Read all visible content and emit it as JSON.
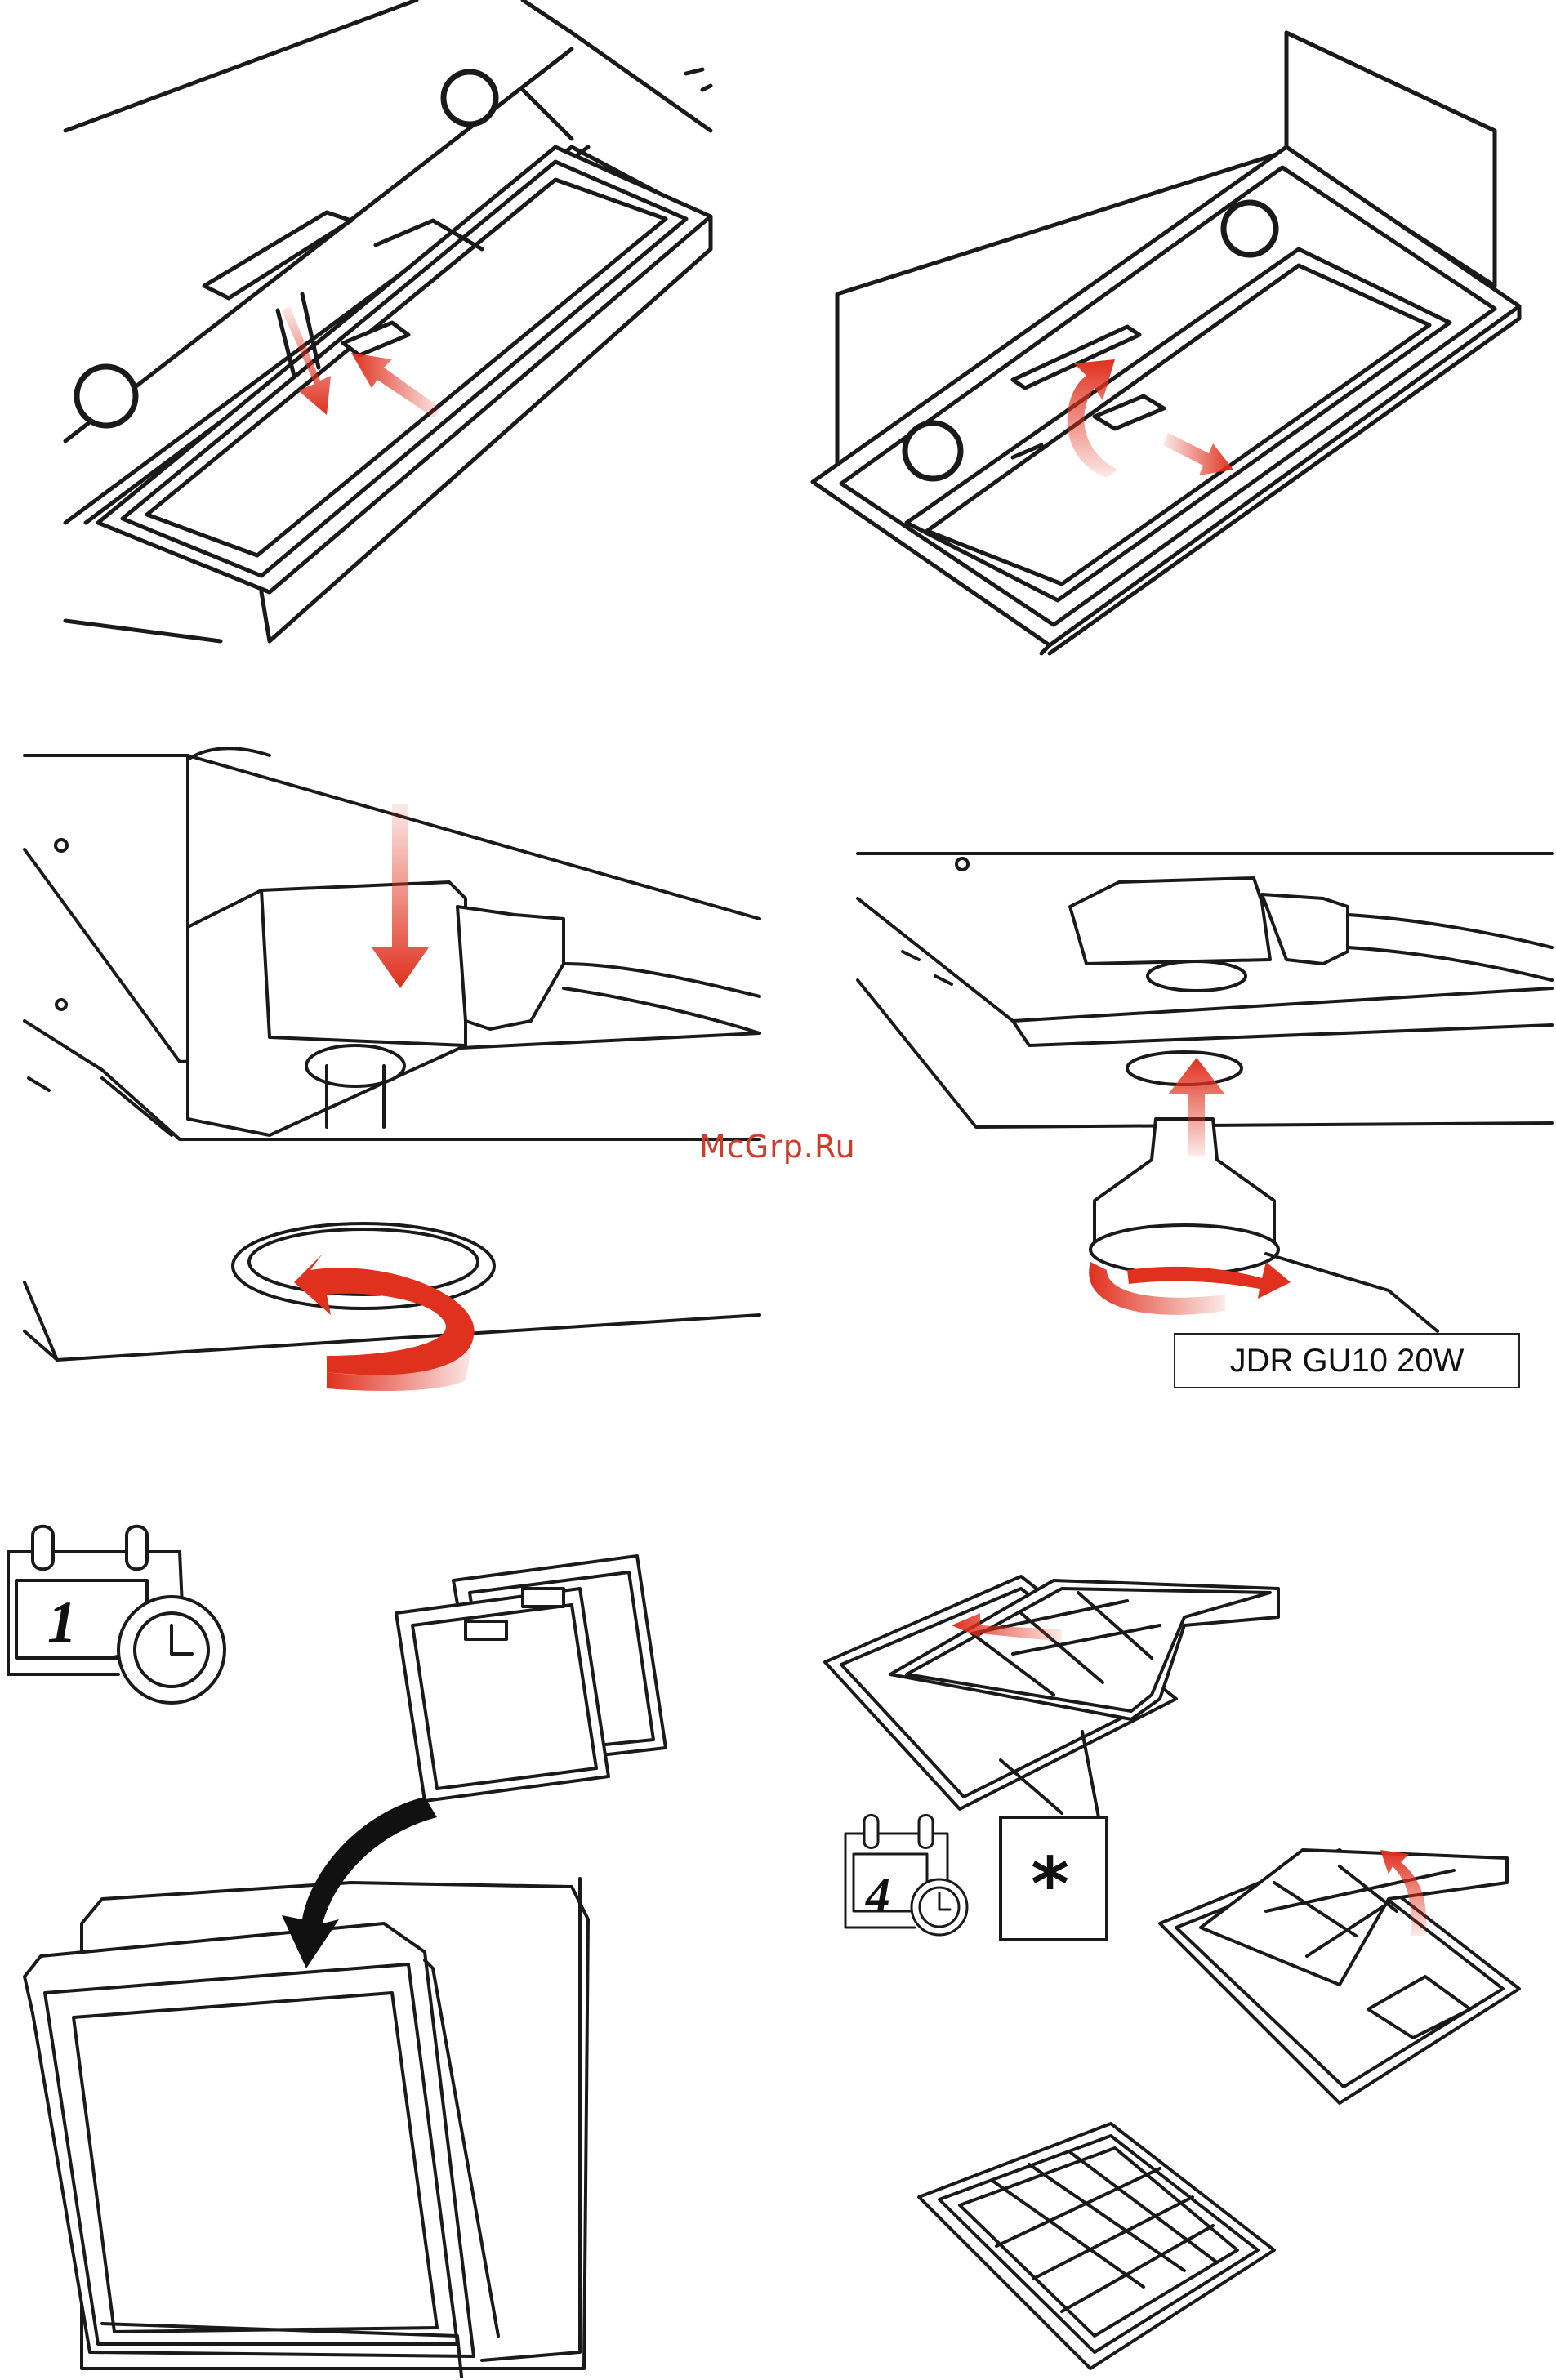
{
  "watermark": "McGrp.Ru",
  "bulb_label": "JDR GU10 20W",
  "calendar_1": "1",
  "calendar_4": "4",
  "star_symbol": "*",
  "colors": {
    "arrow_red": "#e0301e",
    "line": "#1a1a1a"
  },
  "panels": [
    {
      "name": "filter-unclip",
      "icons": [
        "down-arrow-icon",
        "push-arrow-icon"
      ]
    },
    {
      "name": "filter-remove",
      "icons": [
        "curved-arrow-icon",
        "pull-arrow-icon"
      ]
    },
    {
      "name": "lamp-cover-remove",
      "icons": [
        "down-arrow-icon",
        "rotate-arrow-icon"
      ]
    },
    {
      "name": "lamp-replace",
      "icons": [
        "up-arrow-icon",
        "rotate-arrow-icon"
      ]
    },
    {
      "name": "grease-filter-dishwasher",
      "icons": [
        "calendar-icon",
        "clock-icon",
        "curved-arrow-icon"
      ]
    },
    {
      "name": "charcoal-filter-replace",
      "icons": [
        "calendar-icon",
        "clock-icon",
        "slide-arrow-icon",
        "lift-arrow-icon"
      ]
    }
  ]
}
